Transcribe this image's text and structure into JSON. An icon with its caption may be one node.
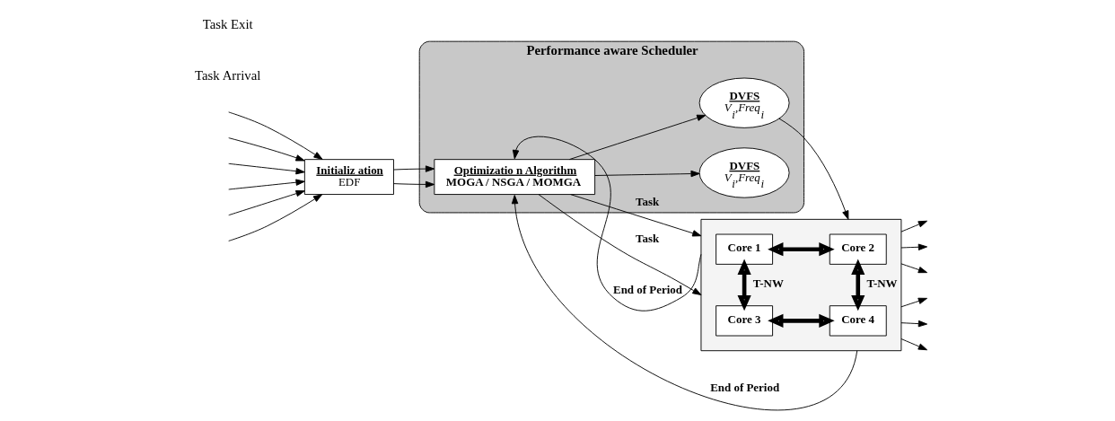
{
  "diagram": {
    "nodes": [
      {
        "text": [
          "Initializ ation",
          "EDF"
        ]
      },
      {
        "text": [
          "Performance aware Scheduler"
        ]
      },
      {
        "text": [
          "Optimizatio n Algorithm",
          "MOGA / NSGA / MOMGA"
        ],
        "in": 1
      },
      {
        "text": [
          "DVFS",
          "V$_{i}$,Freq$_{i}$"
        ],
        "in": 1
      },
      {
        "text": [
          "DVFS",
          "V$_{i}$,Freq$_{i}$"
        ],
        "in": 1
      },
      {
        "text": [],
        "shape": "box"
      },
      {
        "text": [
          "Core 1"
        ],
        "in": 5
      },
      {
        "text": [
          "Core 2"
        ],
        "in": 5
      },
      {
        "text": [
          "Core 3"
        ],
        "in": 5
      },
      {
        "text": [
          "Core 4"
        ],
        "in": 5
      }
    ],
    "edges": [
      {
        "from": null,
        "to": 0,
        "arrow": "to"
      },
      {
        "from": null,
        "to": 0,
        "arrow": "to"
      },
      {
        "from": null,
        "to": 0,
        "arrow": "to"
      },
      {
        "from": null,
        "to": 0,
        "arrow": "to"
      },
      {
        "from": null,
        "to": 0,
        "arrow": "to"
      },
      {
        "from": null,
        "to": 0,
        "arrow": "to"
      },
      {
        "from": 0,
        "to": 2,
        "arrow": "to"
      },
      {
        "from": 0,
        "to": 2,
        "arrow": "to"
      },
      {
        "from": 2,
        "to": 5,
        "arrow": "to",
        "label": "Task"
      },
      {
        "from": 2,
        "to": 3,
        "arrow": "to"
      },
      {
        "from": 2,
        "to": 4,
        "arrow": "to"
      },
      {
        "from": 4,
        "to": 5,
        "arrow": "to"
      },
      {
        "from": 2,
        "to": 5,
        "arrow": "to",
        "label": "Task"
      },
      {
        "from": 5,
        "to": 2,
        "arrow": "to",
        "label": "End of Period"
      },
      {
        "from": 5,
        "to": 2,
        "arrow": "to",
        "label": "End of Period"
      },
      {
        "from": 6,
        "to": 7,
        "arrow": "both",
        "style": "thick"
      },
      {
        "from": 6,
        "to": 8,
        "arrow": "both",
        "style": "thick",
        "label": "T-NW"
      },
      {
        "from": 7,
        "to": 9,
        "arrow": "both",
        "style": "thick",
        "label": "T-NW"
      },
      {
        "from": 8,
        "to": 9,
        "arrow": "both",
        "style": "thick"
      },
      {
        "from": 5,
        "to": null,
        "arrow": "to"
      },
      {
        "from": 5,
        "to": null,
        "arrow": "to"
      },
      {
        "from": 5,
        "to": null,
        "arrow": "to"
      },
      {
        "from": 5,
        "to": null,
        "arrow": "to"
      },
      {
        "from": 5,
        "to": null,
        "arrow": "to"
      },
      {
        "from": 5,
        "to": null,
        "arrow": "to"
      }
    ],
    "labels": [
      "Task Arrival",
      "Task Exit"
    ]
  }
}
